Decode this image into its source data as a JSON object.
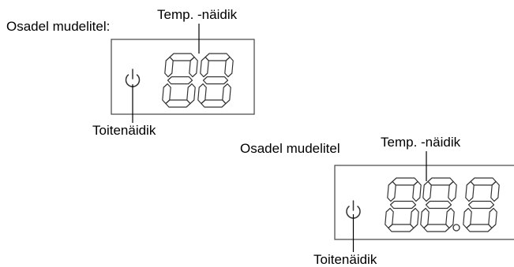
{
  "colors": {
    "stroke": "#333333",
    "panel_stroke": "#444444",
    "text": "#000000",
    "background": "#ffffff"
  },
  "diagrams": [
    {
      "heading": "Osadel mudelitel:",
      "temp_indicator_label": "Temp. -näidik",
      "power_indicator_label": "Toitenäidik",
      "power_icon": "power-icon",
      "display_digits": "88"
    },
    {
      "heading": "Osadel mudelitel",
      "temp_indicator_label": "Temp. -näidik",
      "power_indicator_label": "Toitenäidik",
      "power_icon": "power-icon",
      "display_digits": "88.8"
    }
  ]
}
